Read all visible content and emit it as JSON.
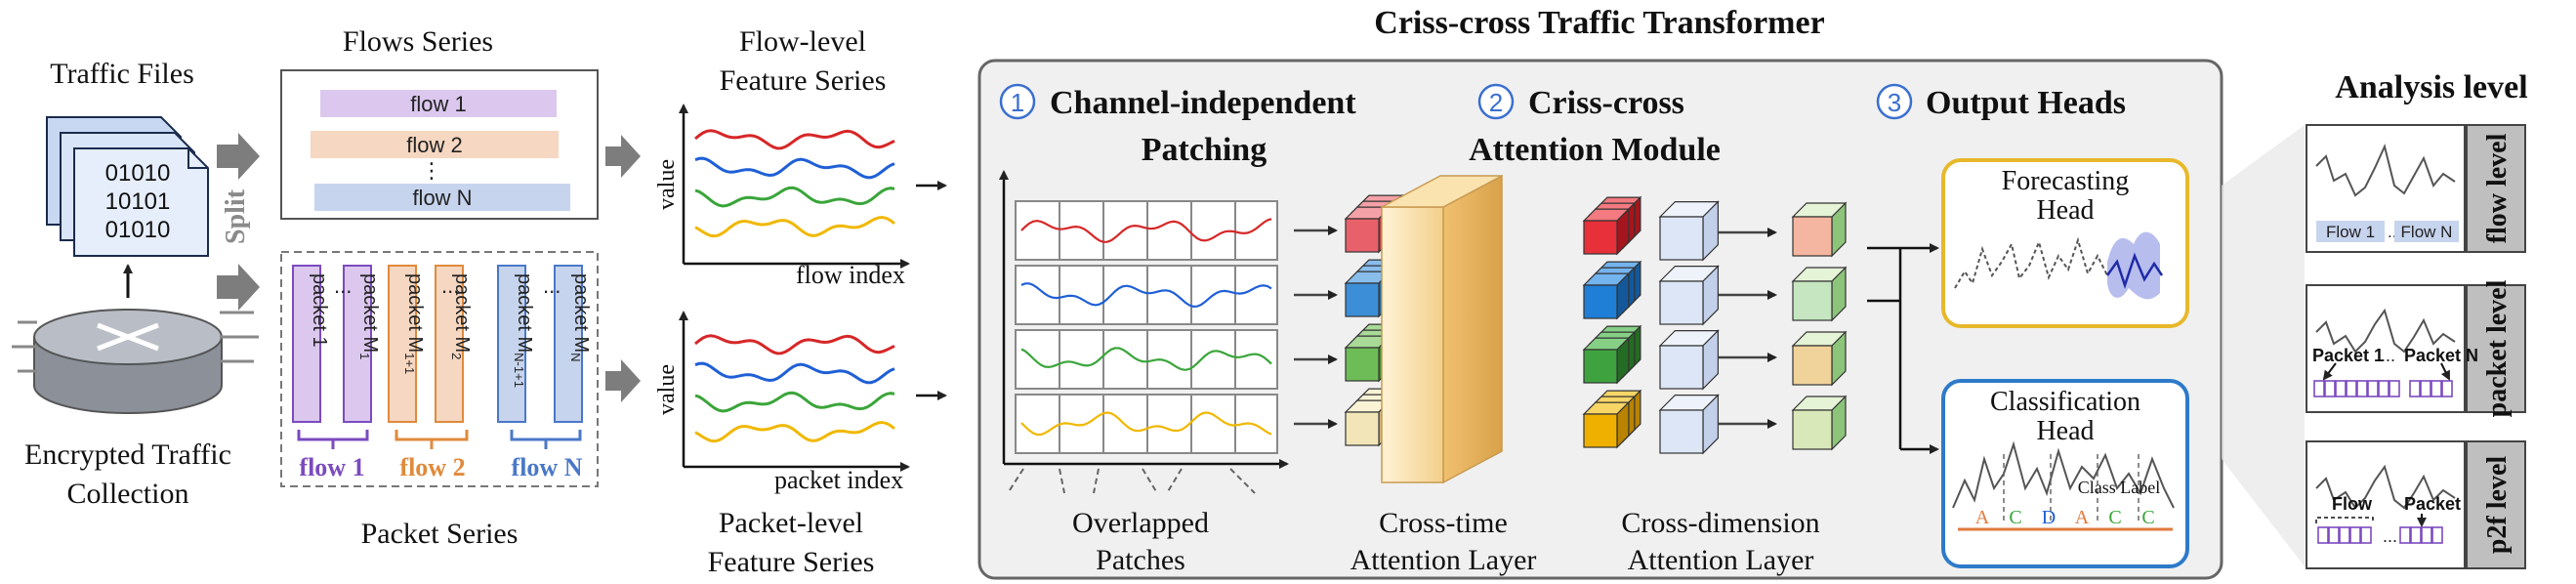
{
  "left": {
    "traffic_files": "Traffic Files",
    "bits": [
      "01010",
      "10101",
      "01010"
    ],
    "collection_line1": "Encrypted Traffic",
    "collection_line2": "Collection",
    "split": "Split"
  },
  "flows_series": {
    "title": "Flows Series",
    "flow1": "flow  1",
    "flow2": "flow  2",
    "dots": "⋮",
    "flowN": "flow  N"
  },
  "packet_series": {
    "title": "Packet Series",
    "packets": [
      "packet 1",
      "packet M",
      "packet M",
      "packet M",
      "packet M",
      "packet M"
    ],
    "subs": [
      "",
      "1",
      "1+1",
      "2",
      "N-1+1",
      "N"
    ],
    "dots": "...",
    "flow1": "flow 1",
    "flow2": "flow 2",
    "flowN": "flow N"
  },
  "feature": {
    "flow_title1": "Flow-level",
    "flow_title2": "Feature Series",
    "value": "value",
    "flow_index": "flow index",
    "packet_index": "packet index",
    "packet_title1": "Packet-level",
    "packet_title2": "Feature Series"
  },
  "transformer": {
    "title": "Criss-cross Traffic Transformer",
    "step1_num": "①",
    "step1_line1": "Channel-independent",
    "step1_line2": "Patching",
    "step2_num": "②",
    "step2_line1": "Criss-cross",
    "step2_line2": "Attention Module",
    "step3_num": "③",
    "step3_line1": "Output Heads",
    "overlapped1": "Overlapped",
    "overlapped2": "Patches",
    "cross_time1": "Cross-time",
    "cross_time2": "Attention Layer",
    "cross_dim1": "Cross-dimension",
    "cross_dim2": "Attention Layer",
    "forecast1": "Forecasting",
    "forecast2": "Head",
    "class1": "Classification",
    "class2": "Head",
    "class_label": "Class Label",
    "class_letters": [
      "A",
      "C",
      "D",
      "A",
      "C",
      "C"
    ]
  },
  "analysis": {
    "title": "Analysis level",
    "flow_level": "flow level",
    "packet_level": "packet level",
    "p2f_level": "p2f level",
    "flow1": "Flow 1",
    "flowN": "Flow N",
    "dots": "...",
    "packet1": "Packet 1",
    "packetN": "Packet N",
    "flow": "Flow",
    "packet": "Packet"
  },
  "colors": {
    "red": "#d62728",
    "blue": "#1f5fd6",
    "green": "#3aa53a",
    "yellow": "#f0b800",
    "purple": "#7b4bbf",
    "orange": "#e08a3c",
    "steel": "#4a78c8"
  }
}
